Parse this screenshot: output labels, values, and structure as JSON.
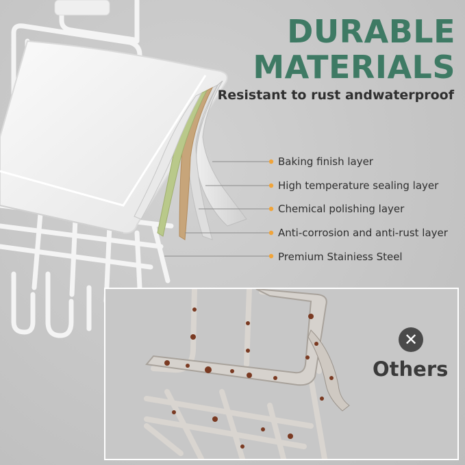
{
  "headline": {
    "line1": "DURABLE",
    "line2": "MATERIALS"
  },
  "subtitle": "Resistant to rust andwaterproof",
  "layers": [
    {
      "label": "Baking finish layer"
    },
    {
      "label": "High temperature sealing layer"
    },
    {
      "label": "Chemical polishing layer"
    },
    {
      "label": "Anti-corrosion and anti-rust layer"
    },
    {
      "label": "Premium Stainiess Steel"
    }
  ],
  "comparison": {
    "label": "Others",
    "icon": "x-mark-icon"
  },
  "colors": {
    "accent": "#3e7a64",
    "background": "#c4c4c4",
    "rack": "#f4f4f4",
    "marker": "#f0a43a",
    "rust": "#7a3a22"
  }
}
